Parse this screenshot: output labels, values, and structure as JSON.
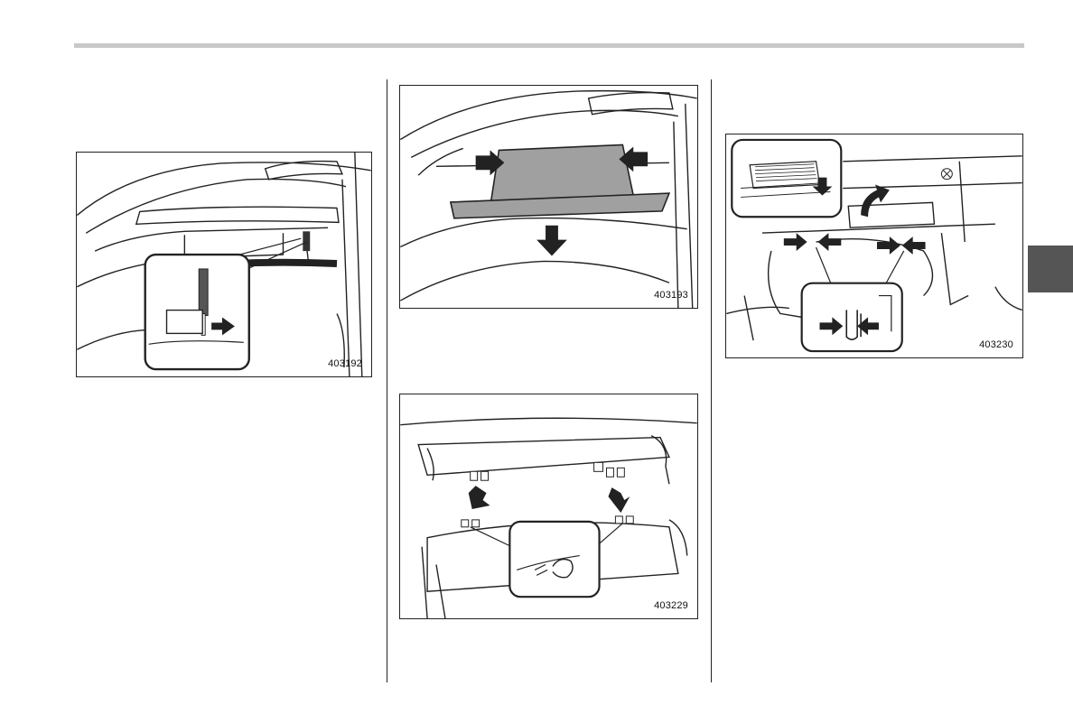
{
  "figures": {
    "fig1": {
      "code": "403192"
    },
    "fig2": {
      "code": "403193"
    },
    "fig3": {
      "code": "403229"
    },
    "fig4": {
      "code": "403230"
    }
  },
  "colors": {
    "rule": "#c8c8c8",
    "tab": "#555555",
    "glovebox": "#a0a0a0"
  }
}
